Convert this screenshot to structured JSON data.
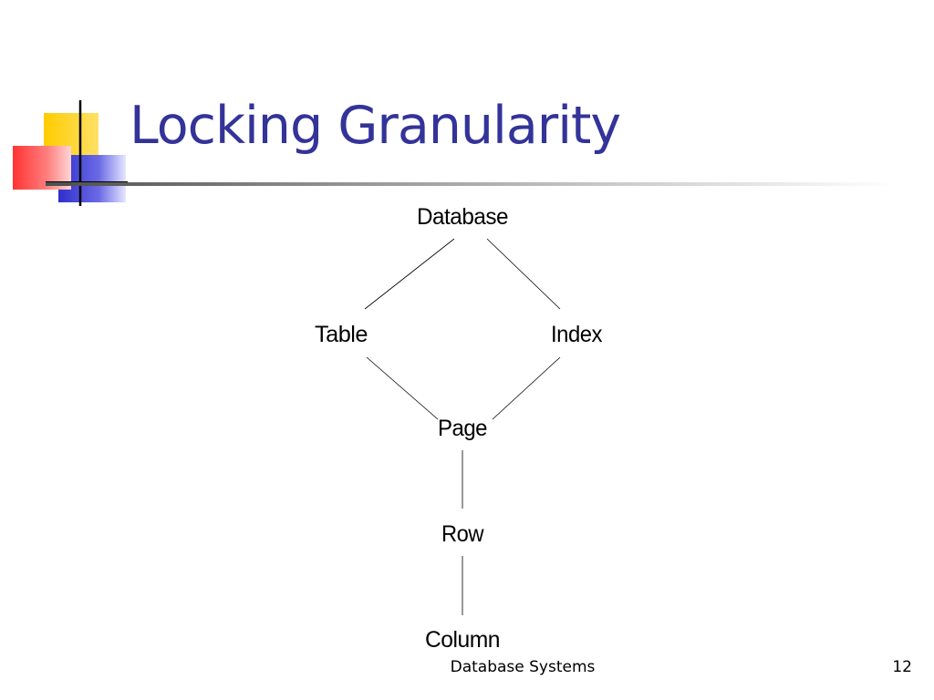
{
  "slide": {
    "title": "Locking Granularity",
    "footer": "Database Systems",
    "page_number": "12"
  },
  "diagram": {
    "nodes": {
      "database": "Database",
      "table": "Table",
      "index": "Index",
      "page": "Page",
      "row": "Row",
      "column": "Column"
    }
  },
  "colors": {
    "title": "#333399",
    "logo_yellow": "#ffcc00",
    "logo_red": "#ff3333",
    "logo_blue": "#3333cc"
  }
}
